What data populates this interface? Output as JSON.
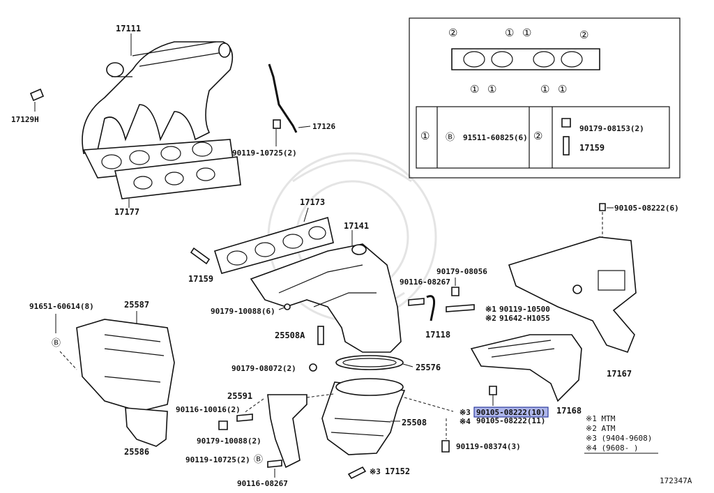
{
  "parts": {
    "p17111": "17111",
    "p17129h": "17129H",
    "p17177": "17177",
    "p90119_10725_2_top": "90119-10725(2)",
    "p17126": "17126",
    "p17173": "17173",
    "p17141": "17141",
    "p17159_mid": "17159",
    "p90179_10088_6": "90179-10088(6)",
    "p90179_08056": "90179-08056",
    "p90116_08267_top": "90116-08267",
    "p17118": "17118",
    "p25508a": "25508A",
    "p90179_08072_2": "90179-08072(2)",
    "p25576": "25576",
    "p25591": "25591",
    "p90116_10016_2": "90116-10016(2)",
    "p90179_10088_2": "90179-10088(2)",
    "p90119_10725_2_bot": "90119-10725(2)",
    "p90116_08267_bot": "90116-08267",
    "p25508": "25508",
    "p17152": "17152",
    "p90119_08374_3": "90119-08374(3)",
    "p91651_60614_8": "91651-60614(8)",
    "p25587": "25587",
    "p25586": "25586",
    "p90105_08222_6": "90105-08222(6)",
    "p17167": "17167",
    "p17168": "17168",
    "p90105_08222_10": "90105-08222(10)",
    "p90105_08222_11": "90105-08222(11)",
    "p90119_10500": "90119-10500",
    "p91642_h1055": "91642-H1055"
  },
  "marks": {
    "m1": "※1",
    "m2": "※2",
    "m3": "※3",
    "m4": "※4",
    "m3_17152": "※3"
  },
  "inset": {
    "circle1": "①",
    "circle2": "②",
    "circleB": "Ⓑ",
    "p91511_60825_6": "91511-60825(6)",
    "p90179_08153_2": "90179-08153(2)",
    "p17159": "17159"
  },
  "legend": {
    "l1": "※1 MTM",
    "l2": "※2 ATM",
    "l3": "※3 (9404-9608)",
    "l4": "※4 (9608-      )"
  },
  "diagram_id": "172347A",
  "colors": {
    "highlight": "#aeb6ea",
    "line": "#111111"
  }
}
